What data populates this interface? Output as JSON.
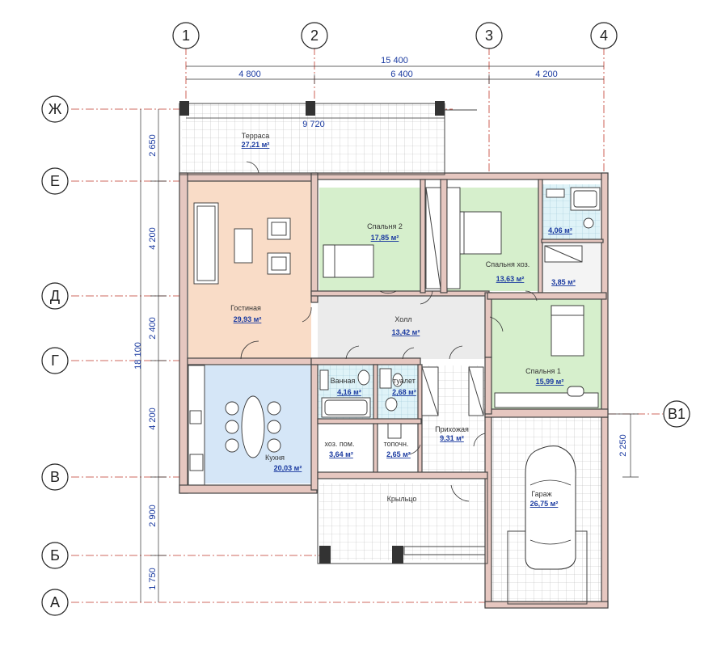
{
  "axes": {
    "vertical": [
      {
        "id": "ax-1",
        "label": "1"
      },
      {
        "id": "ax-2",
        "label": "2"
      },
      {
        "id": "ax-3",
        "label": "3"
      },
      {
        "id": "ax-4",
        "label": "4"
      }
    ],
    "horizontal": [
      {
        "id": "ax-zh",
        "label": "Ж"
      },
      {
        "id": "ax-e",
        "label": "Е"
      },
      {
        "id": "ax-d",
        "label": "Д"
      },
      {
        "id": "ax-g",
        "label": "Г"
      },
      {
        "id": "ax-v",
        "label": "В"
      },
      {
        "id": "ax-b",
        "label": "Б"
      },
      {
        "id": "ax-a",
        "label": "А"
      },
      {
        "id": "ax-v1",
        "label": "В1"
      }
    ]
  },
  "dimensions": {
    "top_total": "15 400",
    "top_segments": [
      "4 800",
      "6 400",
      "4 200"
    ],
    "terrace_width": "9 720",
    "left_total": "18 100",
    "left_segments": [
      "2 650",
      "4 200",
      "2 400",
      "4 200",
      "2 900",
      "1 750"
    ],
    "right_garage": "2 250"
  },
  "rooms": {
    "terrace": {
      "name": "Терраса",
      "area": "27,21 м²"
    },
    "living": {
      "name": "Гостиная",
      "area": "29,93 м²"
    },
    "bedroom2": {
      "name": "Спальня 2",
      "area": "17,85 м²"
    },
    "master": {
      "name": "Спальня хоз.",
      "area": "13,63 м²"
    },
    "bath_master": {
      "name": "",
      "area": "4,06 м²"
    },
    "closet_master": {
      "name": "",
      "area": "3,85 м²"
    },
    "hall": {
      "name": "Холл",
      "area": "13,42 м²"
    },
    "bedroom1": {
      "name": "Спальня 1",
      "area": "15,99 м²"
    },
    "bath": {
      "name": "Ванная",
      "area": "4,16 м²"
    },
    "toilet": {
      "name": "туалет",
      "area": "2,68 м²"
    },
    "kitchen": {
      "name": "Кухня",
      "area": "20,03 м²"
    },
    "utility": {
      "name": "хоз. пом.",
      "area": "3,64 м²"
    },
    "boiler": {
      "name": "топочн.",
      "area": "2,65 м²"
    },
    "entrance": {
      "name": "Прихожая",
      "area": "9,31 м²"
    },
    "porch": {
      "name": "Крыльцо",
      "area": ""
    },
    "garage": {
      "name": "Гараж",
      "area": "26,75 м²"
    }
  },
  "colors": {
    "living": "#f9dcc7",
    "bedrooms": "#d6efcc",
    "kitchen": "#d5e6f7",
    "bath": "#d3eef5",
    "hall": "#e8e8e8",
    "walls": "#e6c7c0",
    "axis_line": "#c0392b",
    "area_text": "#1a3aa0"
  }
}
